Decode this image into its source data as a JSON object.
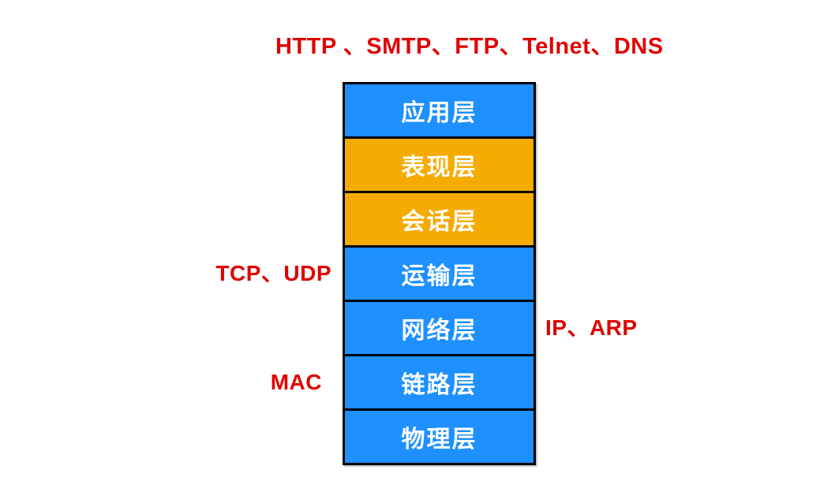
{
  "diagram": {
    "top_annotation": "HTTP 、SMTP、FTP、Telnet、DNS",
    "layers": [
      {
        "label": "应用层",
        "color": "blue"
      },
      {
        "label": "表现层",
        "color": "orange"
      },
      {
        "label": "会话层",
        "color": "orange"
      },
      {
        "label": "运输层",
        "color": "blue"
      },
      {
        "label": "网络层",
        "color": "blue"
      },
      {
        "label": "链路层",
        "color": "blue"
      },
      {
        "label": "物理层",
        "color": "blue"
      }
    ],
    "left_annotations": [
      {
        "text": "TCP、UDP",
        "for_layer": "运输层"
      },
      {
        "text": "MAC",
        "for_layer": "链路层"
      }
    ],
    "right_annotations": [
      {
        "text": "IP、ARP",
        "for_layer": "网络层"
      }
    ],
    "colors": {
      "layer_blue": "#1E90FF",
      "layer_orange": "#F5AB00",
      "annotation_red": "#E00000",
      "border_black": "#000000",
      "label_white": "#FFFFFF"
    }
  }
}
